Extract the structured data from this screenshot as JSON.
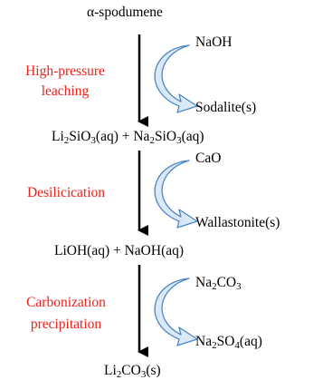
{
  "colors": {
    "step_label": "#e8231c",
    "curve_fill": "#dbe9f7",
    "curve_stroke": "#4a86c8",
    "arrow": "#000000"
  },
  "species": {
    "start": "α-spodumene",
    "intermediate_1": {
      "a_base": "Li",
      "a_sub1": "2",
      "a_mid": "SiO",
      "a_sub2": "3",
      "a_tail": "(aq) + Na",
      "b_sub1": "2",
      "b_mid": "SiO",
      "b_sub2": "3",
      "b_tail": "(aq)"
    },
    "intermediate_2": "LiOH(aq) + NaOH(aq)",
    "product": {
      "base": "Li",
      "sub1": "2",
      "mid": "CO",
      "sub2": "3",
      "tail": "(s)"
    }
  },
  "steps": [
    {
      "line1": "High-pressure",
      "line2": "leaching",
      "reagent_in": "NaOH",
      "byproduct": "Sodalite(s)"
    },
    {
      "line1": "Desilicication",
      "reagent_in": "CaO",
      "byproduct": "Wallastonite(s)"
    },
    {
      "line1": "Carbonization",
      "line2": "precipitation",
      "reagent_in": {
        "base": "Na",
        "sub1": "2",
        "mid": "CO",
        "sub2": "3"
      },
      "byproduct": {
        "base": "Na",
        "sub1": "2",
        "mid": "SO",
        "sub2": "4",
        "tail": "(aq)"
      }
    }
  ],
  "icons": [
    "down-arrow-icon",
    "curved-arrow-icon"
  ]
}
